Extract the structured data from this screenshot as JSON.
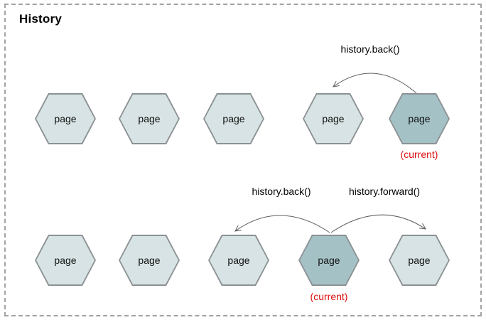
{
  "title": "History",
  "current_label": "(current)",
  "colors": {
    "page_fill": "#d7e3e4",
    "current_fill": "#a4c2c6",
    "hex_border": "#8c9193",
    "arrow": "#5f5f5f",
    "current_text": "#dd0f0f",
    "frame_border": "#a3a3a3"
  },
  "rows": [
    {
      "pages": [
        {
          "label": "page"
        },
        {
          "label": "page"
        },
        {
          "label": "page"
        },
        {
          "label": "page"
        },
        {
          "label": "page",
          "current": true,
          "sublabel": "(current)"
        }
      ],
      "arrows": [
        {
          "label": "history.back()"
        }
      ]
    },
    {
      "pages": [
        {
          "label": "page"
        },
        {
          "label": "page"
        },
        {
          "label": "page"
        },
        {
          "label": "page",
          "current": true,
          "sublabel": "(current)"
        },
        {
          "label": "page"
        }
      ],
      "arrows": [
        {
          "label": "history.back()"
        },
        {
          "label": "history.forward()"
        }
      ]
    }
  ]
}
